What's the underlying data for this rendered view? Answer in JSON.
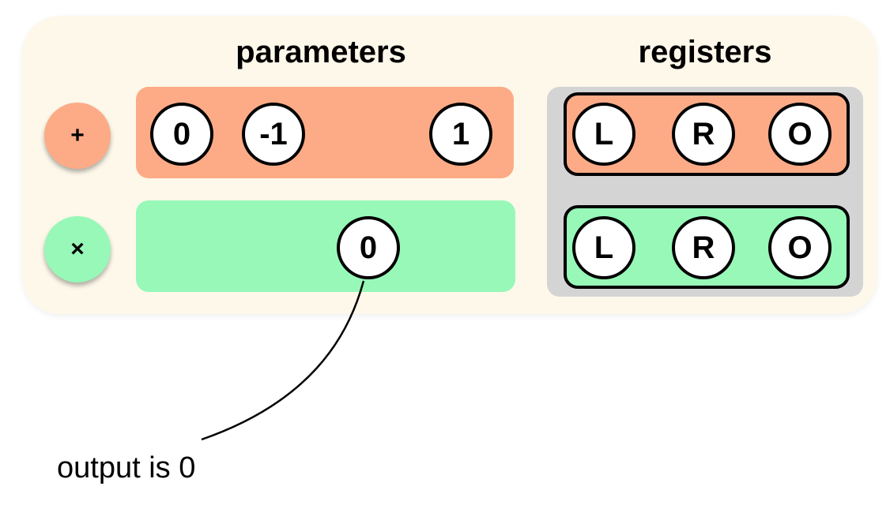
{
  "headings": {
    "parameters": "parameters",
    "registers": "registers"
  },
  "operations": {
    "add": {
      "symbol": "+",
      "color": "#fdab86",
      "parameters": [
        "0",
        "-1",
        "1"
      ]
    },
    "multiply": {
      "symbol": "×",
      "color": "#97f8b8",
      "parameters": [
        "0"
      ]
    }
  },
  "registers": {
    "background_color": "#d4d4d4",
    "add_row": [
      "L",
      "R",
      "O"
    ],
    "multiply_row": [
      "L",
      "R",
      "O"
    ]
  },
  "annotation": "output is 0"
}
